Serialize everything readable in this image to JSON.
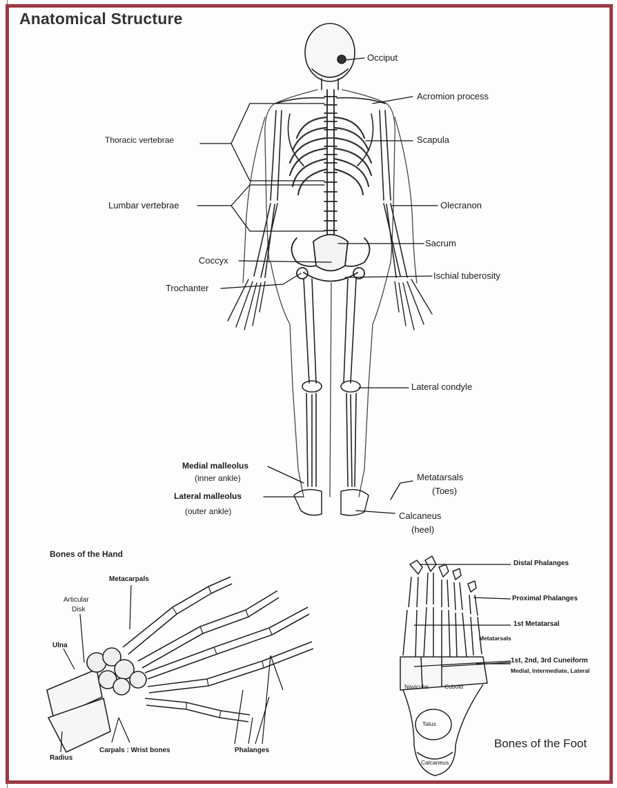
{
  "title": "Anatomical Structure",
  "skeleton_labels": {
    "occiput": "Occiput",
    "acromion": "Acromion process",
    "thoracic": "Thoracic vertebrae",
    "scapula": "Scapula",
    "lumbar": "Lumbar vertebrae",
    "olecranon": "Olecranon",
    "sacrum": "Sacrum",
    "coccyx": "Coccyx",
    "ischial": "Ischial tuberosity",
    "trochanter": "Trochanter",
    "lateral_condyle": "Lateral condyle",
    "medial_malleolus": "Medial malleolus",
    "inner_ankle": "(inner ankle)",
    "lateral_malleolus": "Lateral malleolus",
    "outer_ankle": "(outer ankle)",
    "metatarsals": "Metatarsals",
    "toes": "(Toes)",
    "calcaneus": "Calcaneus",
    "heel": "(heel)"
  },
  "hand": {
    "title": "Bones of the Hand",
    "metacarpals": "Metacarpals",
    "articular_disk_1": "Articular",
    "articular_disk_2": "Disk",
    "ulna": "Ulna",
    "radius": "Radius",
    "carpals": "Carpals : Wrist bones",
    "phalanges": "Phalanges"
  },
  "foot": {
    "title": "Bones of the Foot",
    "distal": "Distal Phalanges",
    "proximal": "Proximal Phalanges",
    "first_metatarsal": "1st Metatarsal",
    "metatarsals": "Metatarsals",
    "cuneiform": "1st, 2nd, 3rd Cuneiform",
    "cuneiform_sub": "Medial, Intermediate, Lateral",
    "navicular": "Navicular",
    "cuboid": "Cuboid",
    "talus": "Talus",
    "calcaneus": "Calcaneus"
  }
}
